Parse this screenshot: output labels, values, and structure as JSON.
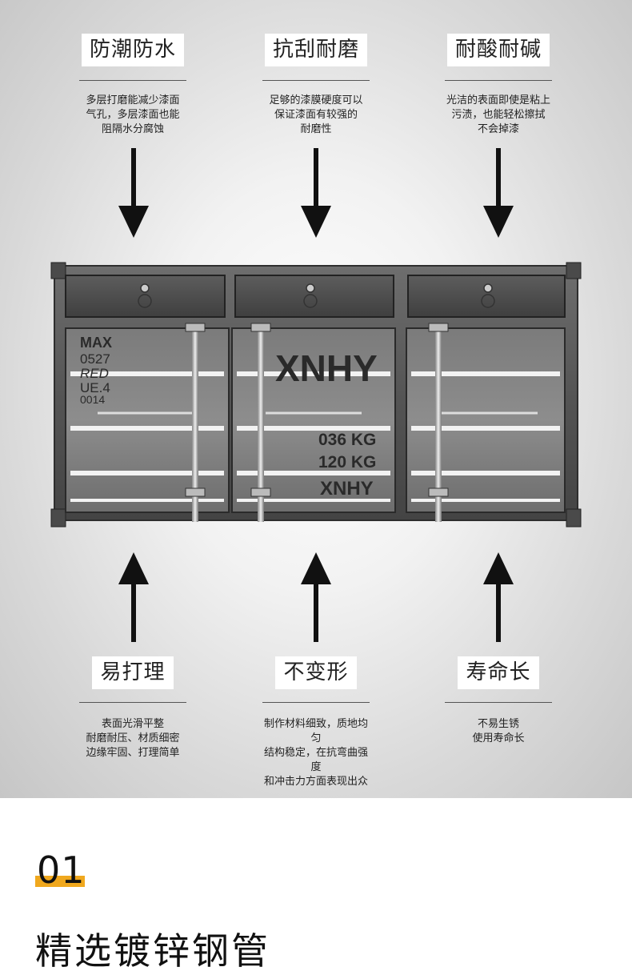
{
  "features_top": [
    {
      "title": "防潮防水",
      "desc": "多层打磨能减少漆面\n气孔，多层漆面也能\n阻隔水分腐蚀"
    },
    {
      "title": "抗刮耐磨",
      "desc": "足够的漆膜硬度可以\n保证漆面有较强的\n耐磨性"
    },
    {
      "title": "耐酸耐碱",
      "desc": "光洁的表面即使是粘上\n污渍，也能轻松擦拭\n不会掉漆"
    }
  ],
  "features_bottom": [
    {
      "title": "易打理",
      "desc": "表面光滑平整\n耐磨耐压、材质细密\n边缘牢固、打理简单"
    },
    {
      "title": "不变形",
      "desc": "制作材料细致，质地均匀\n结构稳定，在抗弯曲强度\n和冲击力方面表现出众"
    },
    {
      "title": "寿命长",
      "desc": "不易生锈\n使用寿命长"
    }
  ],
  "cabinet": {
    "left_text": [
      "MAX",
      "0527",
      "RED",
      "UE.4",
      "0014"
    ],
    "brand": "XNHY",
    "weight1": "036 KG",
    "weight2": "120 KG",
    "brand2": "XNHY"
  },
  "section": {
    "number": "01",
    "title": "精选镀锌钢管"
  },
  "colors": {
    "accent": "#f0a81e"
  }
}
